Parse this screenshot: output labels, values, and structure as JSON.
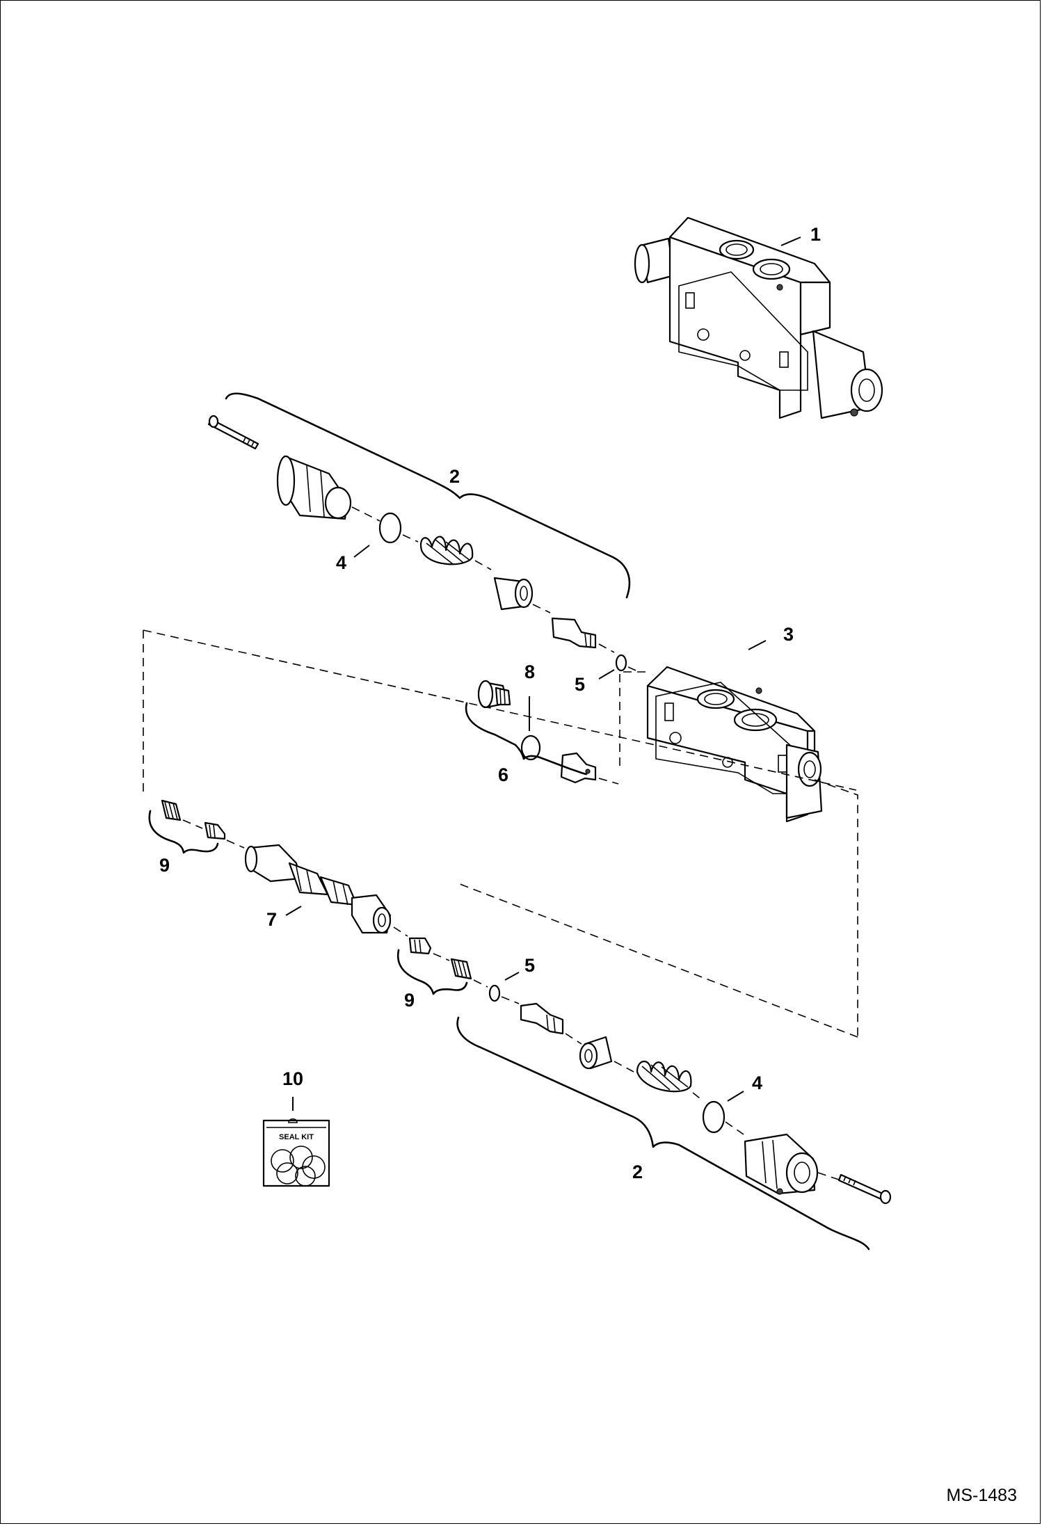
{
  "diagram": {
    "code": "MS-1483",
    "callouts": [
      "1",
      "2",
      "2",
      "3",
      "4",
      "4",
      "5",
      "5",
      "6",
      "7",
      "8",
      "9",
      "9",
      "10"
    ],
    "seal_kit_label": "SEAL KIT"
  }
}
